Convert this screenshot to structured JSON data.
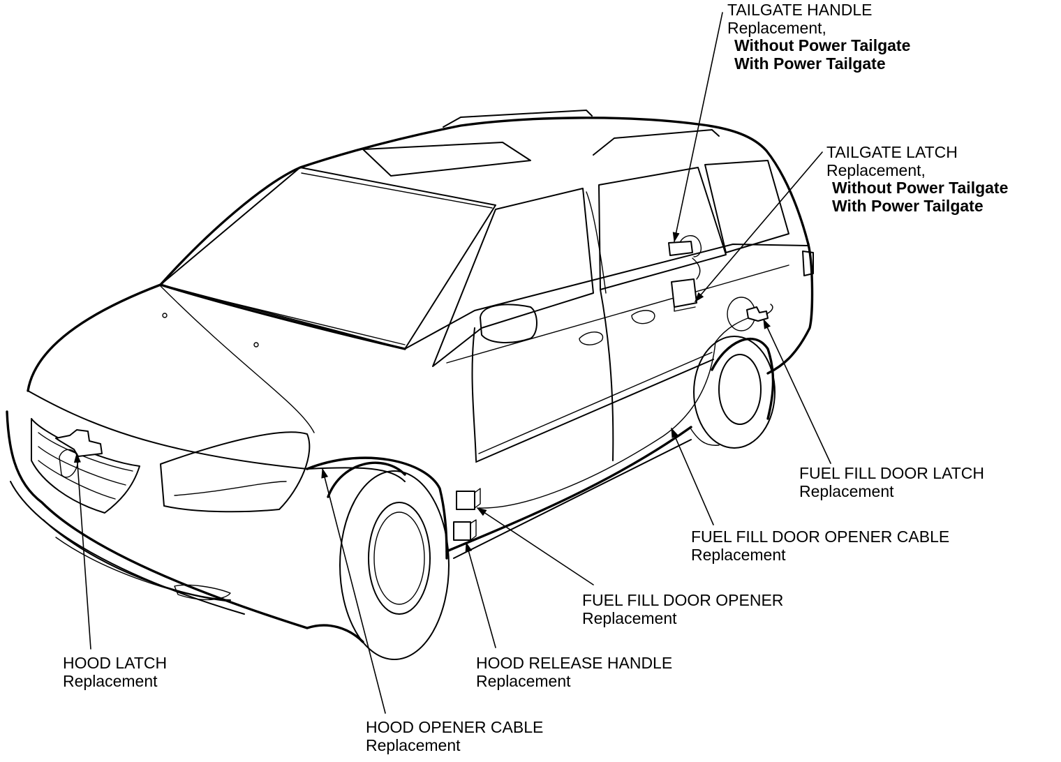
{
  "figure": {
    "subject": "vehicle body latch and release locations",
    "colors": {
      "ink": "#000000",
      "paper": "#ffffff"
    }
  },
  "callouts": {
    "tailgate_handle": {
      "title": "TAILGATE HANDLE",
      "subtitle": "Replacement,",
      "option1": "Without Power Tailgate",
      "option2": "With Power Tailgate"
    },
    "tailgate_latch": {
      "title": "TAILGATE LATCH",
      "subtitle": "Replacement,",
      "option1": "Without Power Tailgate",
      "option2": "With Power Tailgate"
    },
    "fuel_fill_door_latch": {
      "title": "FUEL FILL DOOR LATCH",
      "subtitle": "Replacement"
    },
    "fuel_fill_door_opener_cable": {
      "title": "FUEL FILL DOOR OPENER CABLE",
      "subtitle": "Replacement"
    },
    "fuel_fill_door_opener": {
      "title": "FUEL FILL DOOR OPENER",
      "subtitle": "Replacement"
    },
    "hood_release_handle": {
      "title": "HOOD RELEASE HANDLE",
      "subtitle": "Replacement"
    },
    "hood_latch": {
      "title": "HOOD LATCH",
      "subtitle": "Replacement"
    },
    "hood_opener_cable": {
      "title": "HOOD OPENER CABLE",
      "subtitle": "Replacement"
    }
  }
}
